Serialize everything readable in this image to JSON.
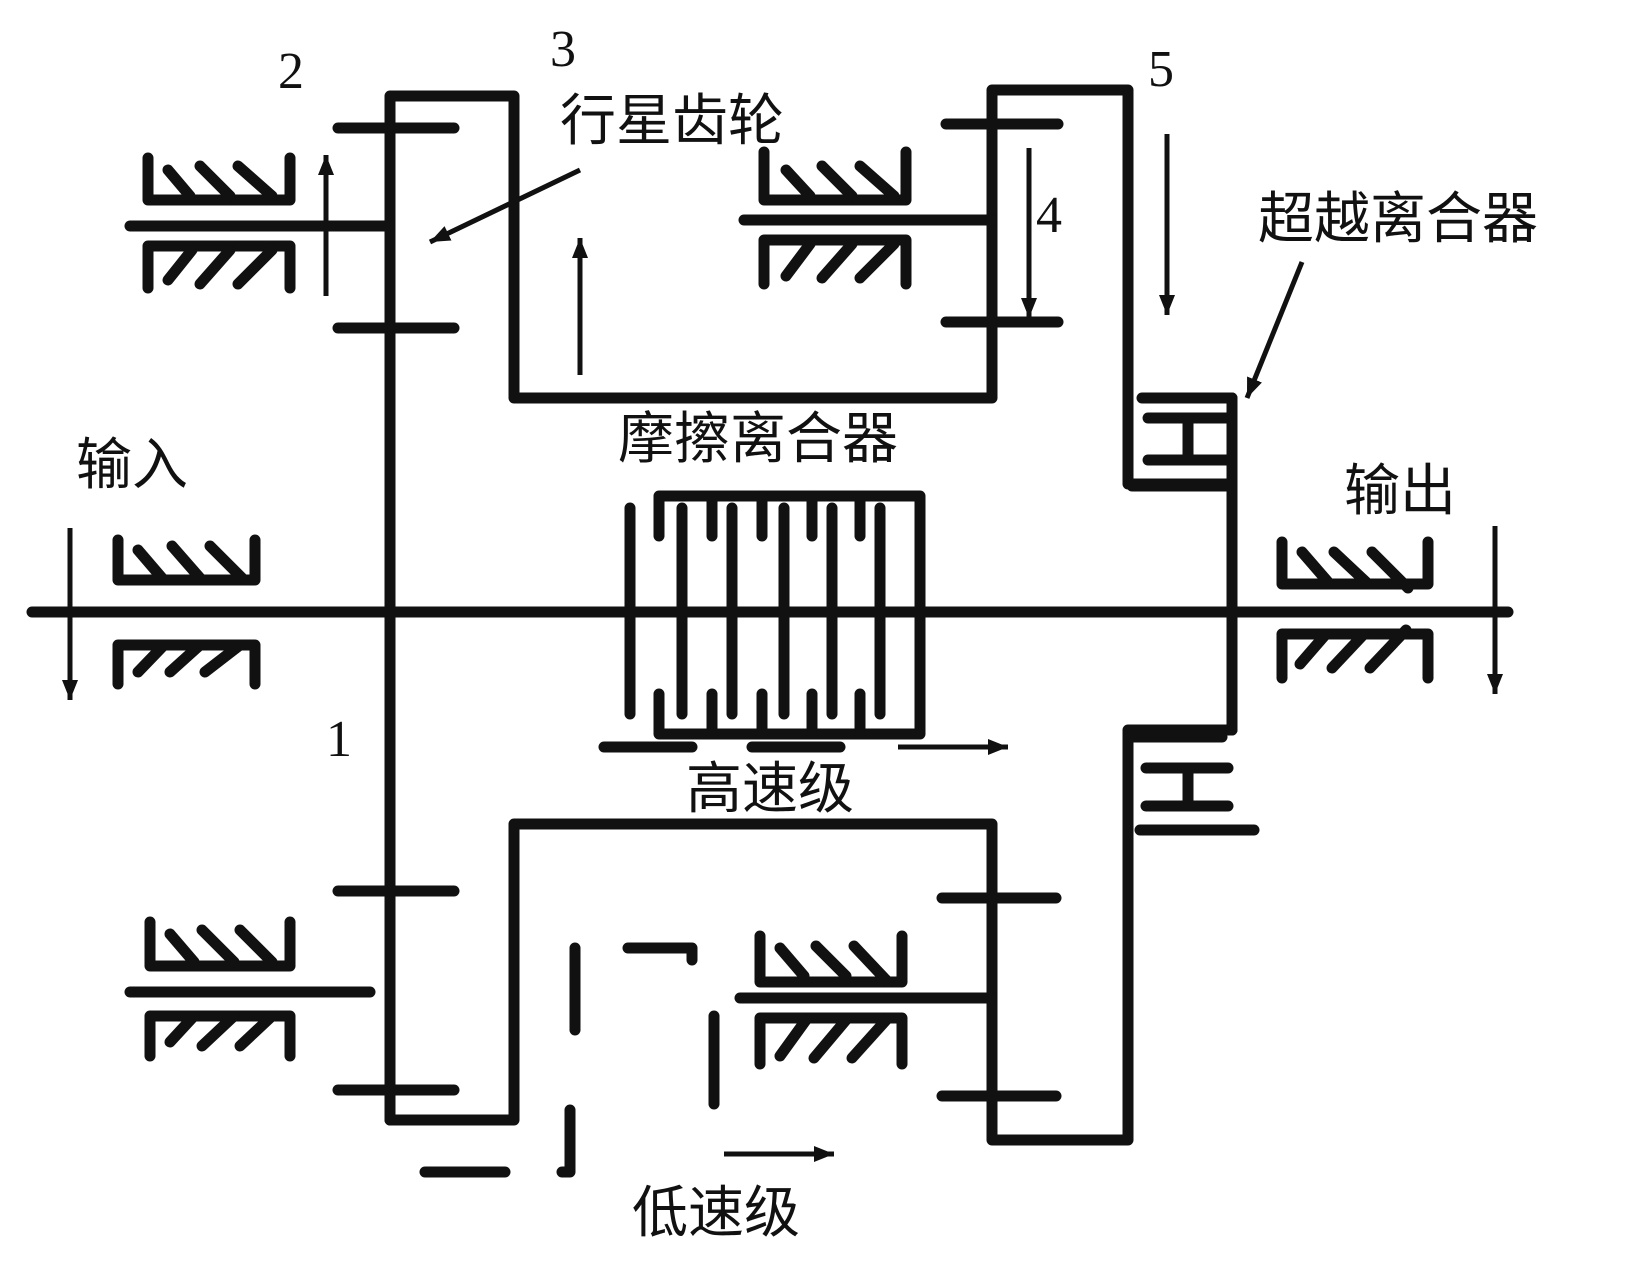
{
  "diagram": {
    "type": "mechanical-transmission-schematic",
    "labels": {
      "part_1": "1",
      "part_2": "2",
      "part_3": "3",
      "part_4": "4",
      "part_5": "5",
      "planetary_gear": "行星齿轮",
      "overrunning_clutch": "超越离合器",
      "friction_clutch": "摩擦离合器",
      "high_speed_stage": "高速级",
      "low_speed_stage": "低速级",
      "input": "输入",
      "output": "输出"
    },
    "colors": {
      "line": "#111111",
      "background": "#ffffff"
    }
  }
}
